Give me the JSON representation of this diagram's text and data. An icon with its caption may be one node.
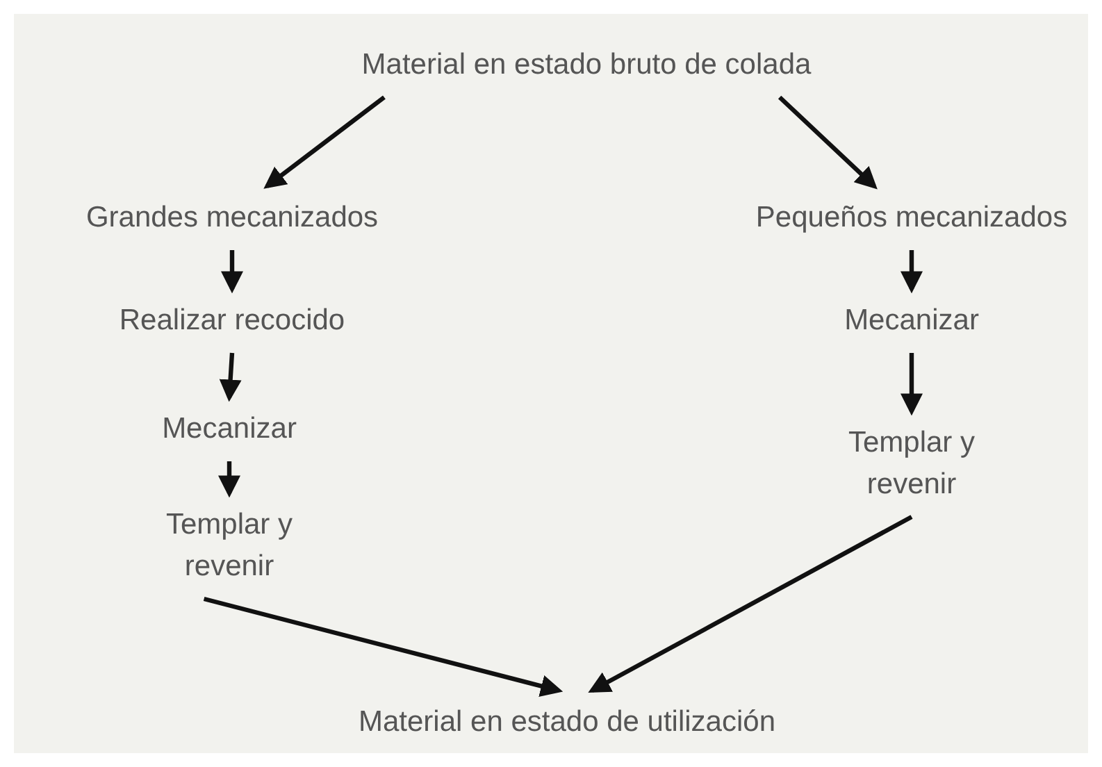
{
  "diagram": {
    "nodes": [
      {
        "text": [
          "Material en estado bruto de colada"
        ]
      },
      {
        "text": [
          "Grandes mecanizados"
        ]
      },
      {
        "text": [
          "Realizar recocido"
        ]
      },
      {
        "text": [
          "Mecanizar"
        ]
      },
      {
        "text": [
          "Templar y revenir"
        ]
      },
      {
        "text": [
          "Pequeños mecanizados"
        ]
      },
      {
        "text": [
          "Mecanizar"
        ]
      },
      {
        "text": [
          "Templar y revenir"
        ]
      },
      {
        "text": [
          "Material en estado de utilización"
        ]
      }
    ],
    "edges": [
      {
        "from": 0,
        "to": 1,
        "arrow": "to"
      },
      {
        "from": 0,
        "to": 5,
        "arrow": "to"
      },
      {
        "from": 1,
        "to": 2,
        "arrow": "to"
      },
      {
        "from": 2,
        "to": 3,
        "arrow": "to"
      },
      {
        "from": 3,
        "to": 4,
        "arrow": "to"
      },
      {
        "from": 5,
        "to": 6,
        "arrow": "to"
      },
      {
        "from": 6,
        "to": 7,
        "arrow": "to"
      },
      {
        "from": 4,
        "to": 8,
        "arrow": "to"
      },
      {
        "from": 7,
        "to": 8,
        "arrow": "to"
      }
    ]
  }
}
